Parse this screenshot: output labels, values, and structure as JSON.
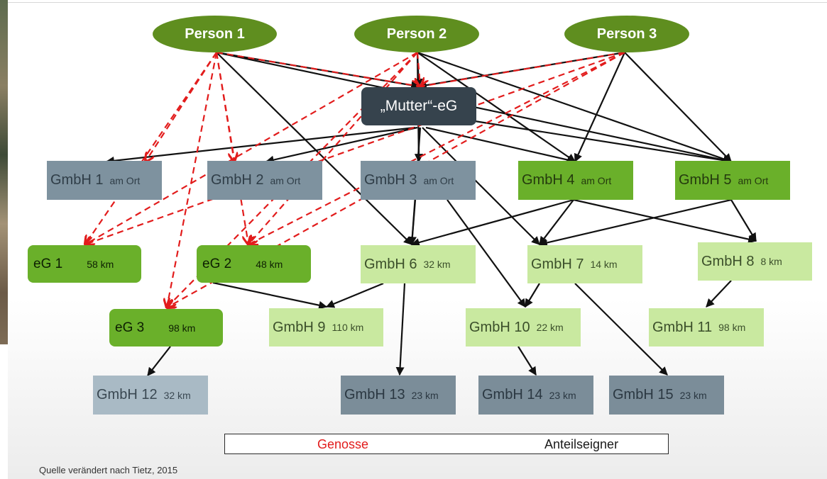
{
  "persons": [
    {
      "label": "Person 1"
    },
    {
      "label": "Person 2"
    },
    {
      "label": "Person 3"
    }
  ],
  "mutter": {
    "label": "„Mutter“-eG"
  },
  "nodes": {
    "gmbh1": {
      "name": "GmbH 1",
      "dist": "am Ort"
    },
    "gmbh2": {
      "name": "GmbH 2",
      "dist": "am Ort"
    },
    "gmbh3": {
      "name": "GmbH 3",
      "dist": "am Ort"
    },
    "gmbh4": {
      "name": "GmbH 4",
      "dist": "am Ort"
    },
    "gmbh5": {
      "name": "GmbH 5",
      "dist": "am Ort"
    },
    "eg1": {
      "name": "eG 1",
      "dist": "58 km"
    },
    "eg2": {
      "name": "eG 2",
      "dist": "48 km"
    },
    "gmbh6": {
      "name": "GmbH 6",
      "dist": "32 km"
    },
    "gmbh7": {
      "name": "GmbH 7",
      "dist": "14 km"
    },
    "gmbh8": {
      "name": "GmbH 8",
      "dist": "8 km"
    },
    "eg3": {
      "name": "eG 3",
      "dist": "98 km"
    },
    "gmbh9": {
      "name": "GmbH 9",
      "dist": "110 km"
    },
    "gmbh10": {
      "name": "GmbH 10",
      "dist": "22 km"
    },
    "gmbh11": {
      "name": "GmbH 11",
      "dist": "98 km"
    },
    "gmbh12": {
      "name": "GmbH 12",
      "dist": "32 km"
    },
    "gmbh13": {
      "name": "GmbH 13",
      "dist": "23 km"
    },
    "gmbh14": {
      "name": "GmbH 14",
      "dist": "23 km"
    },
    "gmbh15": {
      "name": "GmbH 15",
      "dist": "23 km"
    }
  },
  "edges": {
    "genosse": [
      [
        "person1",
        "mutter"
      ],
      [
        "person1",
        "gmbh1"
      ],
      [
        "person1",
        "gmbh2"
      ],
      [
        "person1",
        "eg1"
      ],
      [
        "person1",
        "eg3"
      ],
      [
        "person1",
        "eg2"
      ],
      [
        "person2",
        "mutter"
      ],
      [
        "person2",
        "eg1"
      ],
      [
        "person2",
        "eg3"
      ],
      [
        "person2",
        "eg2"
      ],
      [
        "person3",
        "mutter"
      ],
      [
        "person3",
        "eg1"
      ],
      [
        "person3",
        "eg3"
      ],
      [
        "person3",
        "eg2"
      ]
    ],
    "anteilseigner": [
      [
        "person1",
        "mutter"
      ],
      [
        "person1",
        "gmbh6"
      ],
      [
        "person1",
        "gmbh5"
      ],
      [
        "person2",
        "mutter"
      ],
      [
        "person2",
        "gmbh4"
      ],
      [
        "person2",
        "gmbh5"
      ],
      [
        "person2",
        "gmbh3"
      ],
      [
        "person3",
        "mutter"
      ],
      [
        "person3",
        "gmbh4"
      ],
      [
        "person3",
        "gmbh5"
      ],
      [
        "mutter",
        "gmbh1"
      ],
      [
        "mutter",
        "gmbh2"
      ],
      [
        "mutter",
        "gmbh3"
      ],
      [
        "mutter",
        "gmbh4"
      ],
      [
        "mutter",
        "gmbh5"
      ],
      [
        "mutter",
        "gmbh6"
      ],
      [
        "mutter",
        "gmbh7"
      ],
      [
        "gmbh3",
        "gmbh6"
      ],
      [
        "gmbh3",
        "gmbh10"
      ],
      [
        "gmbh4",
        "gmbh6"
      ],
      [
        "gmbh4",
        "gmbh7"
      ],
      [
        "gmbh4",
        "gmbh8"
      ],
      [
        "gmbh5",
        "gmbh7"
      ],
      [
        "gmbh5",
        "gmbh8"
      ],
      [
        "gmbh6",
        "gmbh9"
      ],
      [
        "gmbh6",
        "gmbh13"
      ],
      [
        "gmbh7",
        "gmbh10"
      ],
      [
        "gmbh7",
        "gmbh15"
      ],
      [
        "gmbh8",
        "gmbh11"
      ],
      [
        "gmbh10",
        "gmbh14"
      ],
      [
        "eg2",
        "gmbh9"
      ],
      [
        "eg3",
        "gmbh12"
      ]
    ]
  },
  "legend": {
    "genosse": "Genosse",
    "anteilseigner": "Anteilseigner"
  },
  "source": "Quelle verändert nach Tietz, 2015",
  "colors": {
    "genosse": "#e21c1c",
    "anteilseigner": "#111111"
  }
}
